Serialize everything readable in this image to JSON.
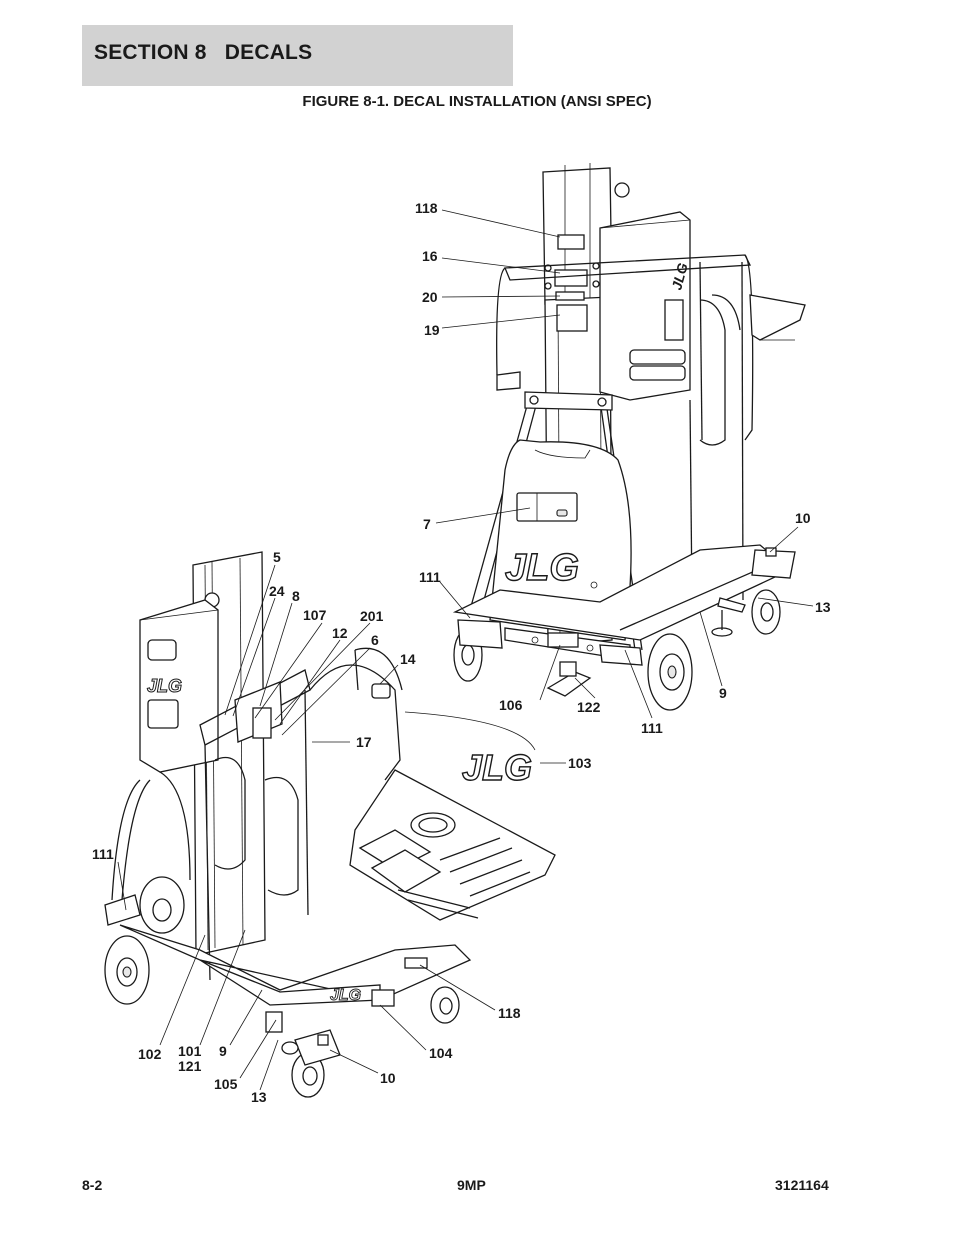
{
  "header": {
    "section": "SECTION 8   DECALS",
    "figure_title": "FIGURE 8-1. DECAL INSTALLATION (ANSI SPEC)"
  },
  "callouts": {
    "c118a": "118",
    "c16": "16",
    "c20": "20",
    "c19": "19",
    "c7": "7",
    "c10a": "10",
    "c111a": "111",
    "c13a": "13",
    "c9a": "9",
    "c106": "106",
    "c122": "122",
    "c111b": "111",
    "c103": "103",
    "c5": "5",
    "c24": "24",
    "c8": "8",
    "c107": "107",
    "c201": "201",
    "c12": "12",
    "c6": "6",
    "c14": "14",
    "c17": "17",
    "c111c": "111",
    "c118b": "118",
    "c104": "104",
    "c10b": "10",
    "c102": "102",
    "c101": "101",
    "c121": "121",
    "c9b": "9",
    "c105": "105",
    "c13b": "13"
  },
  "logo_text": "JLG",
  "footer": {
    "page": "8-2",
    "model": "9MP",
    "doc_number": "3121164"
  }
}
